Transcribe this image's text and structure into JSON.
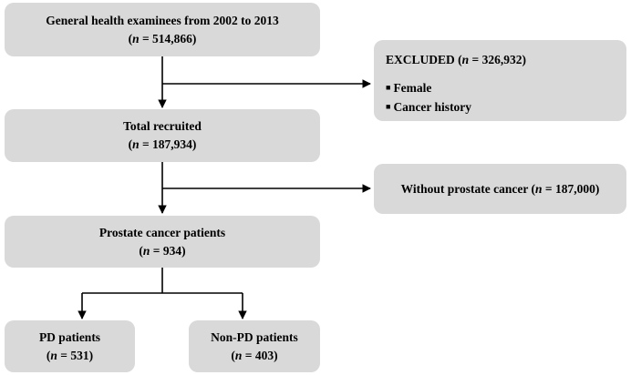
{
  "boxes": {
    "examinees": {
      "title": "General health examinees from 2002 to 2013",
      "n_label": "n",
      "n_value": " = 514,866"
    },
    "excluded": {
      "title": "EXCLUDED",
      "n_label": "n",
      "n_value": " = 326,932",
      "items": [
        "Female",
        "Cancer history"
      ]
    },
    "recruited": {
      "title": "Total recruited",
      "n_label": "n",
      "n_value": " = 187,934"
    },
    "without_prostate": {
      "title": "Without prostate cancer",
      "n_label": "n",
      "n_value": " = 187,000"
    },
    "prostate": {
      "title": "Prostate cancer patients",
      "n_label": "n",
      "n_value": " = 934"
    },
    "pd": {
      "title": "PD patients",
      "n_label": "n",
      "n_value": " = 531"
    },
    "non_pd": {
      "title": "Non-PD patients",
      "n_label": "n",
      "n_value": " = 403"
    }
  }
}
